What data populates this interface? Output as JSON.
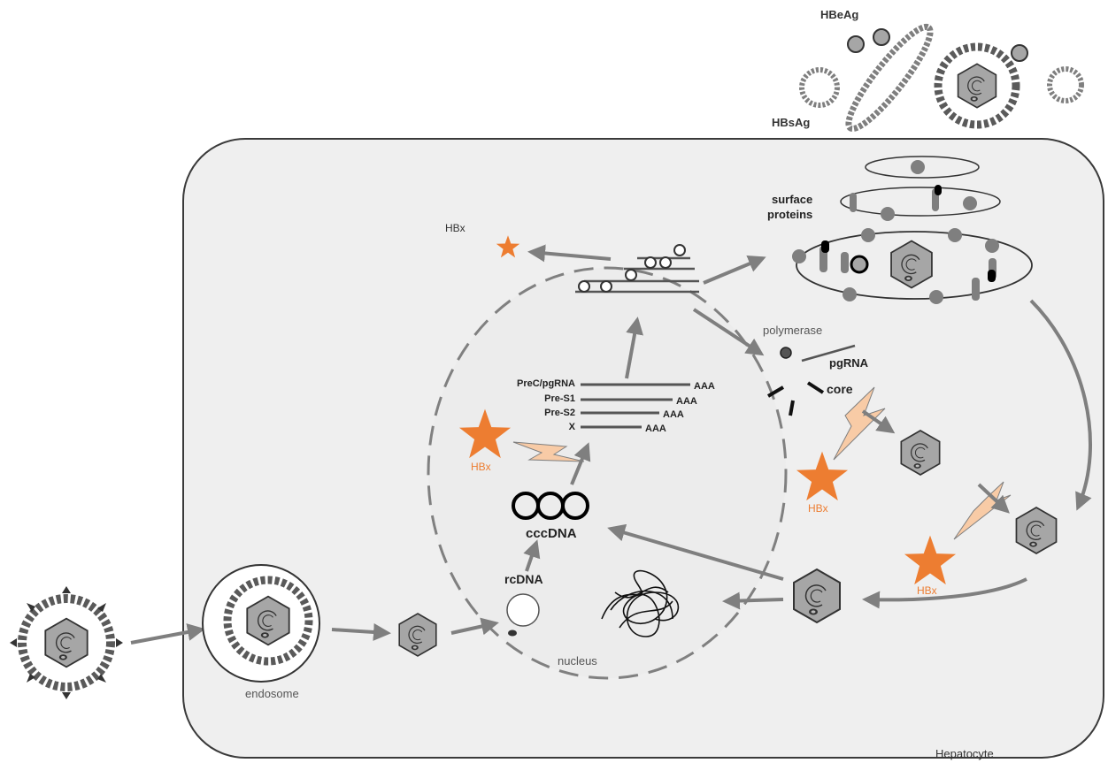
{
  "colors": {
    "background": "#ffffff",
    "cell_fill": "#efefef",
    "cell_stroke": "#3a3a3a",
    "gray": "#7f7f7f",
    "dark": "#333333",
    "orange": "#ed7d31",
    "orange_light": "#f8cba6"
  },
  "labels": {
    "hbeag": "HBeAg",
    "hbsag": "HBsAg",
    "hbx_cytoplasm": "HBx",
    "surface_line1": "surface",
    "surface_line2": "proteins",
    "polymerase": "polymerase",
    "pgrna": "pgRNA",
    "core": "core",
    "hbx_nucleus": "HBx",
    "hbx_middle": "HBx",
    "hbx_right": "HBx",
    "cccdna": "cccDNA",
    "rcdna": "rcDNA",
    "nucleus": "nucleus",
    "endosome": "endosome",
    "hepatocyte": "Hepatocyte"
  },
  "transcripts": [
    {
      "name": "PreC/pgRNA",
      "tail": "AAA"
    },
    {
      "name": "Pre-S1",
      "tail": "AAA"
    },
    {
      "name": "Pre-S2",
      "tail": "AAA"
    },
    {
      "name": "X",
      "tail": "AAA"
    }
  ],
  "icons": [
    "virion-icon",
    "subviral-sphere-icon",
    "subviral-filament-icon",
    "hbeag-dot-icon",
    "endosome-icon",
    "nucleocapsid-icon",
    "hbx-star-icon",
    "flash-icon",
    "cccdna-rings-icon",
    "rcdna-circle-icon",
    "chromatin-icon",
    "ribosome-icon",
    "er-membrane-icon"
  ]
}
